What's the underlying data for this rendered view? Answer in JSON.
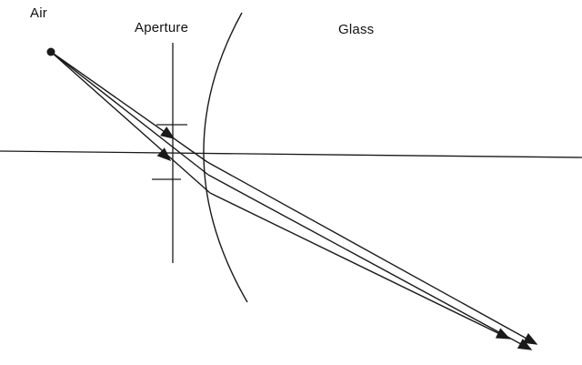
{
  "diagram": {
    "labels": {
      "air": "Air",
      "aperture": "Aperture",
      "glass": "Glass"
    },
    "colors": {
      "ink": "#1a1a1a",
      "background": "#ffffff"
    }
  }
}
